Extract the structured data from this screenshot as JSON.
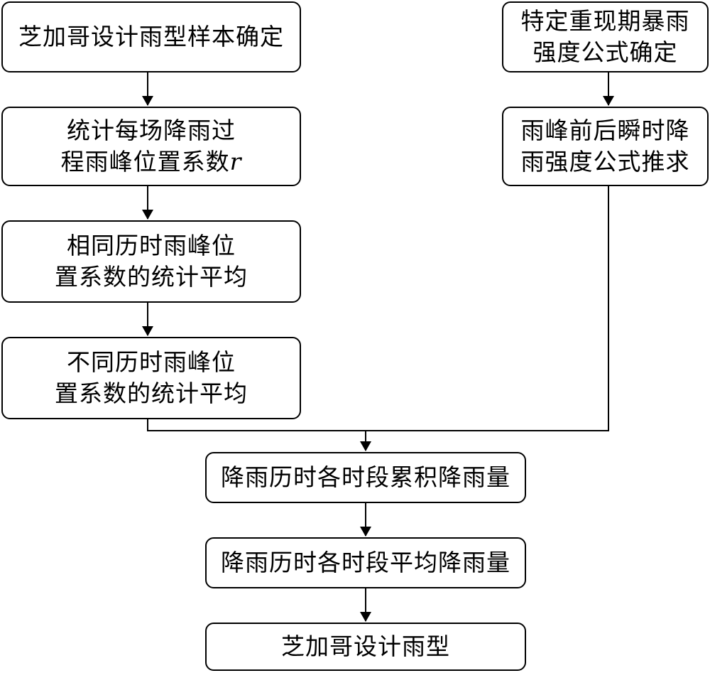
{
  "flowchart": {
    "nodes": {
      "chicago_sample": {
        "lines": [
          "芝加哥设计雨型样本确定"
        ]
      },
      "rain_peak_coef": {
        "lines": [
          "统计每场降雨过",
          "程雨峰位置系数"
        ],
        "variable": "r"
      },
      "same_duration": {
        "lines": [
          "相同历时雨峰位",
          "置系数的统计平均"
        ]
      },
      "diff_duration": {
        "lines": [
          "不同历时雨峰位",
          "置系数的统计平均"
        ]
      },
      "intensity_formula": {
        "lines": [
          "特定重现期暴雨",
          "强度公式确定"
        ]
      },
      "instant_formula": {
        "lines": [
          "雨峰前后瞬时降",
          "雨强度公式推求"
        ]
      },
      "cumulative": {
        "lines": [
          "降雨历时各时段累积降雨量"
        ]
      },
      "average": {
        "lines": [
          "降雨历时各时段平均降雨量"
        ]
      },
      "final": {
        "lines": [
          "芝加哥设计雨型"
        ]
      }
    },
    "edges": [
      [
        "chicago_sample",
        "rain_peak_coef"
      ],
      [
        "rain_peak_coef",
        "same_duration"
      ],
      [
        "same_duration",
        "diff_duration"
      ],
      [
        "diff_duration",
        "cumulative"
      ],
      [
        "intensity_formula",
        "instant_formula"
      ],
      [
        "instant_formula",
        "cumulative"
      ],
      [
        "cumulative",
        "average"
      ],
      [
        "average",
        "final"
      ]
    ]
  }
}
